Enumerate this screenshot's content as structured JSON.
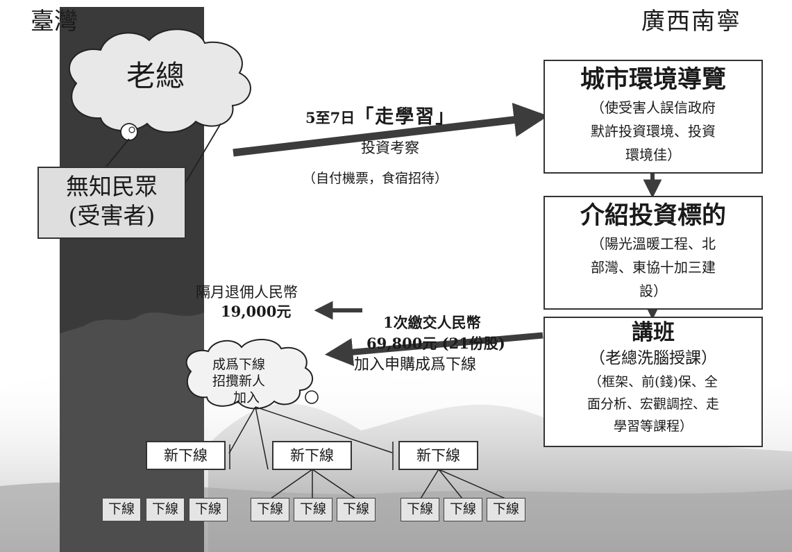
{
  "corners": {
    "left": "臺灣",
    "right": "廣西南寧"
  },
  "boss_cloud": "老總",
  "victims_box": {
    "line1": "無知民眾",
    "line2": "(受害者)"
  },
  "top_arrow": {
    "title_prefix": "5至7日",
    "title_highlight": "「走學習」",
    "line2": "投資考察",
    "line3": "（自付機票，食宿招待）"
  },
  "steps": [
    {
      "title": "城市環境導覽",
      "detail_lines": [
        "（使受害人誤信政府",
        "默許投資環境、投資",
        "環境佳）"
      ]
    },
    {
      "title": "介紹投資標的",
      "detail_lines": [
        "（陽光溫暖工程、北",
        "部灣、東協十加三建",
        "設）"
      ]
    },
    {
      "title": "講班",
      "subtitle": "（老總洗腦授課）",
      "detail_lines": [
        "（框架、前(錢)保、全",
        "面分析、宏觀調控、走",
        "學習等課程）"
      ]
    }
  ],
  "payment": {
    "line1": "1次繳交人民幣",
    "line2": "69,800元 (21份股)",
    "line3": "加入申購成爲下線"
  },
  "commission": {
    "line1": "隔月退佣人民幣",
    "line2": "19,000元"
  },
  "recruit_cloud": {
    "line1": "成爲下線",
    "line2": "招攬新人",
    "line3": "加入"
  },
  "new_downlines": [
    "新下線",
    "新下線",
    "新下線"
  ],
  "downline_label": "下線",
  "colors": {
    "pillar": "#3a3a3a",
    "arrow": "#3c3c3c",
    "box_border": "#333333",
    "victim_box": "#dedede"
  }
}
